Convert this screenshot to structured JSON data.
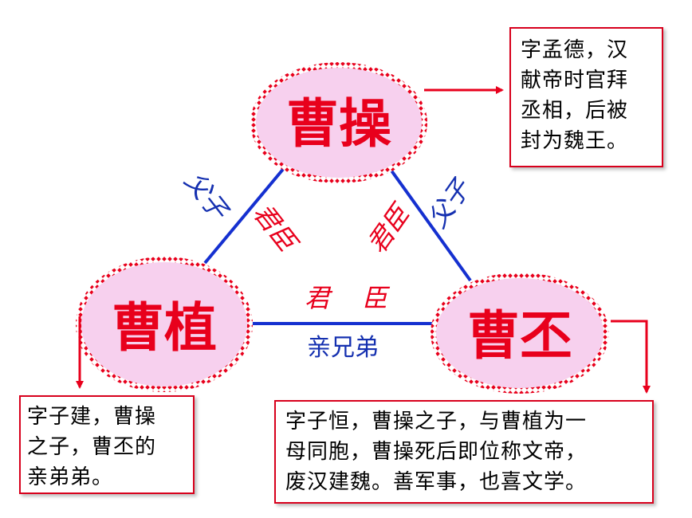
{
  "nodes": {
    "caocao": {
      "name": "曹操"
    },
    "caozhi": {
      "name": "曹植"
    },
    "caopi": {
      "name": "曹丕"
    }
  },
  "relations": {
    "left_father_son": "父子",
    "left_ruler_minister": "君臣",
    "right_father_son": "父子",
    "right_ruler_minister": "君臣",
    "bottom_ruler": "君",
    "bottom_minister": "臣",
    "bottom_brothers": "亲兄弟"
  },
  "info": {
    "caocao": [
      "字孟德，汉",
      "献帝时官拜",
      "丞相，后被",
      "封为魏王。"
    ],
    "caozhi": [
      "字子建，曹操",
      "之子，曹丕的",
      "亲弟弟。"
    ],
    "caopi": [
      "字子恒，曹操之子，与曹植为一",
      "母同胞，曹操死后即位称文帝，",
      "废汉建魏。善军事，也喜文学。"
    ]
  },
  "colors": {
    "node_fill": "#f7d0ee",
    "node_border": "#e8001c",
    "node_text": "#e8001c",
    "blue_line": "#1530d0",
    "red_arrow": "#e8001c",
    "box_border": "#d8001c"
  }
}
